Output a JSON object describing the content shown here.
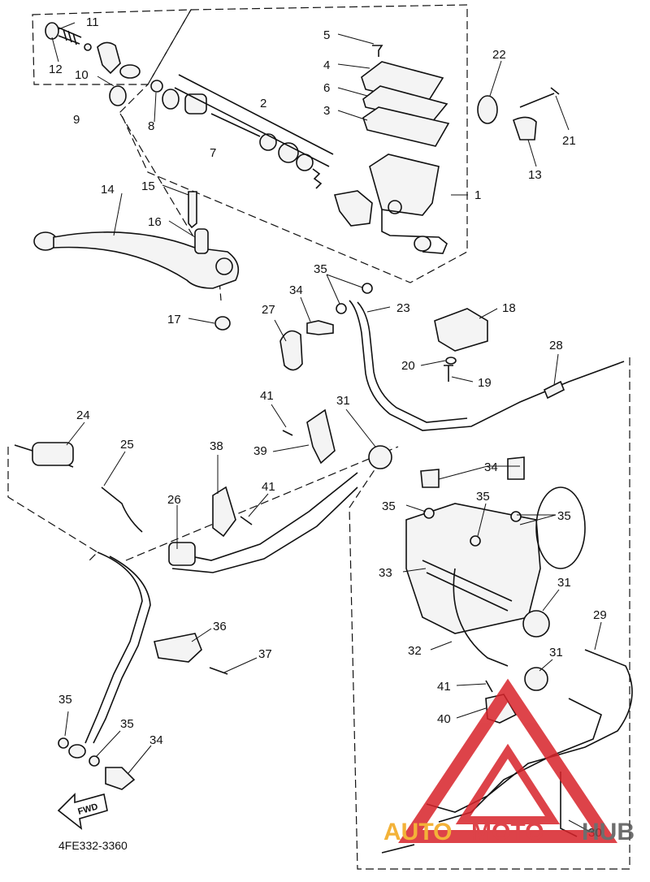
{
  "diagram": {
    "code": "4FE332-3360",
    "fwd_label": "FWD",
    "labels": [
      {
        "id": "11",
        "text": "11"
      },
      {
        "id": "12",
        "text": "12"
      },
      {
        "id": "10",
        "text": "10"
      },
      {
        "id": "9",
        "text": "9"
      },
      {
        "id": "8",
        "text": "8"
      },
      {
        "id": "2",
        "text": "2"
      },
      {
        "id": "7",
        "text": "7"
      },
      {
        "id": "5",
        "text": "5"
      },
      {
        "id": "4",
        "text": "4"
      },
      {
        "id": "6",
        "text": "6"
      },
      {
        "id": "3",
        "text": "3"
      },
      {
        "id": "1",
        "text": "1"
      },
      {
        "id": "22",
        "text": "22"
      },
      {
        "id": "21",
        "text": "21"
      },
      {
        "id": "13",
        "text": "13"
      },
      {
        "id": "14",
        "text": "14"
      },
      {
        "id": "15",
        "text": "15"
      },
      {
        "id": "16",
        "text": "16"
      },
      {
        "id": "17",
        "text": "17"
      },
      {
        "id": "35a",
        "text": "35"
      },
      {
        "id": "34a",
        "text": "34"
      },
      {
        "id": "27",
        "text": "27"
      },
      {
        "id": "23",
        "text": "23"
      },
      {
        "id": "18",
        "text": "18"
      },
      {
        "id": "20",
        "text": "20"
      },
      {
        "id": "19",
        "text": "19"
      },
      {
        "id": "28",
        "text": "28"
      },
      {
        "id": "41a",
        "text": "41"
      },
      {
        "id": "31a",
        "text": "31"
      },
      {
        "id": "24",
        "text": "24"
      },
      {
        "id": "25",
        "text": "25"
      },
      {
        "id": "38",
        "text": "38"
      },
      {
        "id": "39",
        "text": "39"
      },
      {
        "id": "26",
        "text": "26"
      },
      {
        "id": "41b",
        "text": "41"
      },
      {
        "id": "34b",
        "text": "34"
      },
      {
        "id": "35b",
        "text": "35"
      },
      {
        "id": "35c",
        "text": "35"
      },
      {
        "id": "35d",
        "text": "35"
      },
      {
        "id": "33",
        "text": "33"
      },
      {
        "id": "31b",
        "text": "31"
      },
      {
        "id": "36",
        "text": "36"
      },
      {
        "id": "37",
        "text": "37"
      },
      {
        "id": "29",
        "text": "29"
      },
      {
        "id": "32",
        "text": "32"
      },
      {
        "id": "31c",
        "text": "31"
      },
      {
        "id": "41c",
        "text": "41"
      },
      {
        "id": "40",
        "text": "40"
      },
      {
        "id": "35e",
        "text": "35"
      },
      {
        "id": "35f",
        "text": "35"
      },
      {
        "id": "34c",
        "text": "34"
      },
      {
        "id": "30",
        "text": "30"
      }
    ]
  },
  "watermark": {
    "part1": "AUTO",
    "part2": "MOTO",
    "part3": "HUB",
    "colors": {
      "red": "#d8232a",
      "orange": "#f2a516",
      "gray": "#555555"
    }
  }
}
